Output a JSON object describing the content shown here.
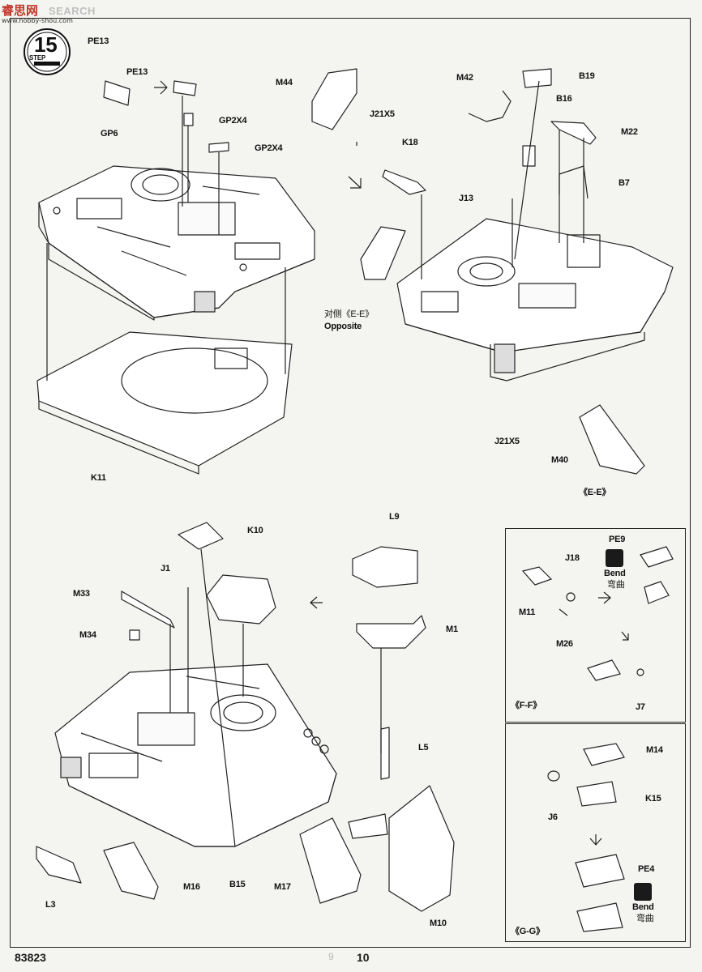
{
  "watermark": {
    "logo": "睿思网",
    "search": "SEARCH",
    "url": "www.hobby-shou.com"
  },
  "step": {
    "number": "15",
    "label": "STEP"
  },
  "parts": {
    "pe13a": "PE13",
    "pe13b": "PE13",
    "gp6": "GP6",
    "gp2x4a": "GP2X4",
    "gp2x4b": "GP2X4",
    "m44": "M44",
    "j21x5a": "J21X5",
    "k18": "K18",
    "m42": "M42",
    "b19": "B19",
    "b16": "B16",
    "m22": "M22",
    "b7": "B7",
    "j13": "J13",
    "k11": "K11",
    "j21x5b": "J21X5",
    "m40": "M40",
    "k10": "K10",
    "l9": "L9",
    "j1": "J1",
    "m33": "M33",
    "m34": "M34",
    "m1": "M1",
    "l5": "L5",
    "l3": "L3",
    "m16": "M16",
    "b15": "B15",
    "m17": "M17",
    "m10": "M10",
    "pe9": "PE9",
    "j18": "J18",
    "m11": "M11",
    "m26": "M26",
    "j7": "J7",
    "m14": "M14",
    "k15": "K15",
    "j6": "J6",
    "pe4": "PE4"
  },
  "notes": {
    "opposite_cn": "对侧《E-E》",
    "opposite_en": "Opposite",
    "ee": "《E-E》",
    "ff": "《F-F》",
    "gg": "《G-G》",
    "bend_en_1": "Bend",
    "bend_cn_1": "弯曲",
    "bend_en_2": "Bend",
    "bend_cn_2": "弯曲"
  },
  "footer": {
    "code": "83823",
    "page": "10",
    "ghost": "9"
  }
}
